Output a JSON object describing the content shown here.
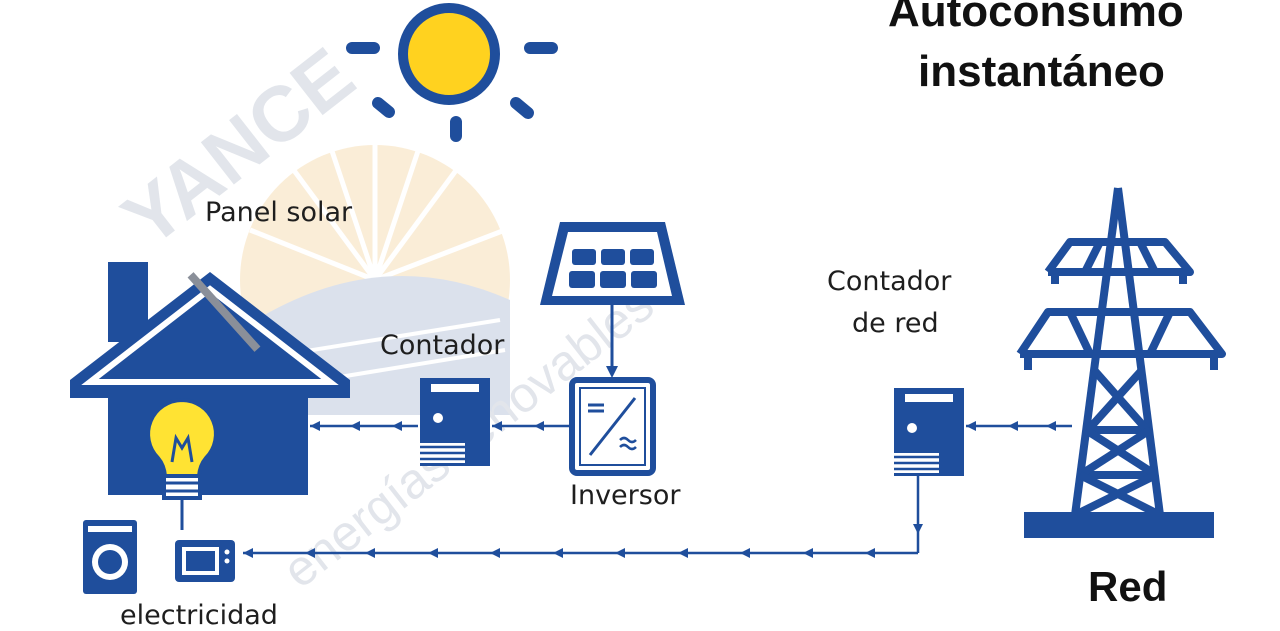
{
  "title": {
    "line1": "Autoconsumo",
    "line2": "instantáneo"
  },
  "labels": {
    "panel_solar": "Panel solar",
    "contador": "Contador",
    "contador_de_red_line1": "Contador",
    "contador_de_red_line2": "de red",
    "inversor": "Inversor",
    "electricidad": "electricidad",
    "red_electrica_line1": "Red"
  },
  "watermark": {
    "brand": "YANCE",
    "tagline": "energías renovables"
  },
  "colors": {
    "primary": "#1f4e9c",
    "sun": "#ffd21f",
    "bulb": "#ffe333",
    "watermark": "#cfd5de"
  },
  "icons": [
    "sun-icon",
    "house-icon",
    "light-bulb-icon",
    "solar-panel-icon",
    "inverter-icon",
    "meter-icon",
    "grid-meter-icon",
    "transmission-tower-icon",
    "washing-machine-icon",
    "microwave-icon"
  ]
}
